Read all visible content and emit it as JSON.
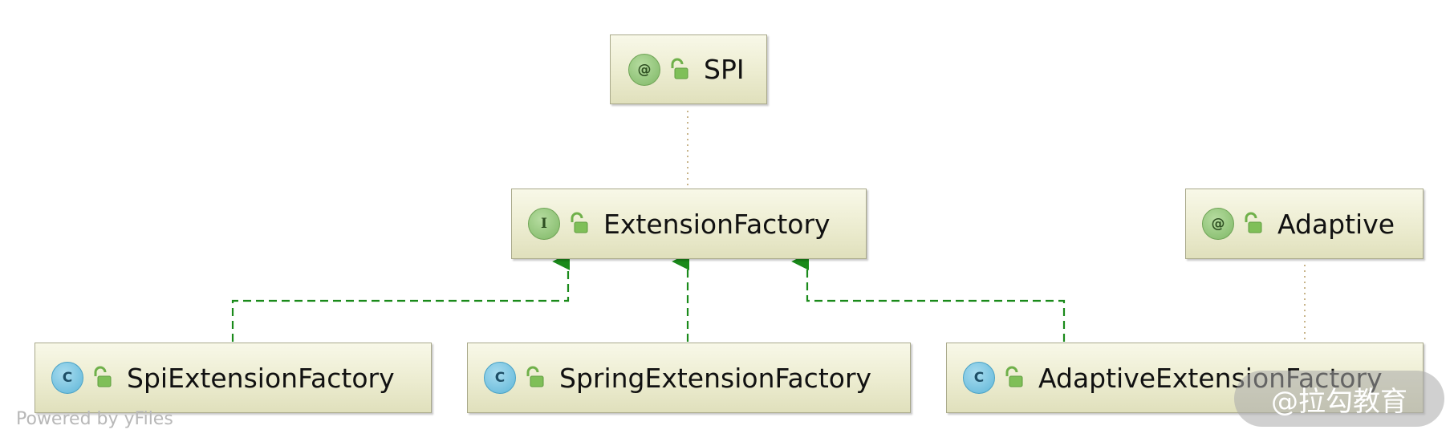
{
  "nodes": [
    {
      "id": "spi",
      "label": "SPI",
      "badge": "@",
      "kind": "annotation",
      "icon": "annotation-icon"
    },
    {
      "id": "extension-factory",
      "label": "ExtensionFactory",
      "badge": "I",
      "kind": "interface",
      "icon": "interface-icon"
    },
    {
      "id": "adaptive",
      "label": "Adaptive",
      "badge": "@",
      "kind": "annotation",
      "icon": "annotation-icon"
    },
    {
      "id": "spi-extension-factory",
      "label": "SpiExtensionFactory",
      "badge": "C",
      "kind": "class",
      "icon": "class-icon"
    },
    {
      "id": "spring-extension-factory",
      "label": "SpringExtensionFactory",
      "badge": "C",
      "kind": "class",
      "icon": "class-icon"
    },
    {
      "id": "adaptive-extension-factory",
      "label": "AdaptiveExtensionFactory",
      "badge": "C",
      "kind": "class",
      "icon": "class-icon"
    }
  ],
  "edges": [
    {
      "from": "spi",
      "to": "extension-factory",
      "type": "annotates",
      "style": "dotted"
    },
    {
      "from": "adaptive",
      "to": "adaptive-extension-factory",
      "type": "annotates",
      "style": "dotted"
    },
    {
      "from": "spi-extension-factory",
      "to": "extension-factory",
      "type": "implements",
      "style": "dashed"
    },
    {
      "from": "spring-extension-factory",
      "to": "extension-factory",
      "type": "implements",
      "style": "dashed"
    },
    {
      "from": "adaptive-extension-factory",
      "to": "extension-factory",
      "type": "implements",
      "style": "dashed"
    }
  ],
  "footer": "Powered by yFiles",
  "watermark": "@拉勾教育",
  "colors": {
    "implements_edge": "#1a8a1a",
    "annotation_edge": "#c8b48a",
    "node_border": "#a9a98a",
    "lock_icon": "#6fb04a"
  }
}
